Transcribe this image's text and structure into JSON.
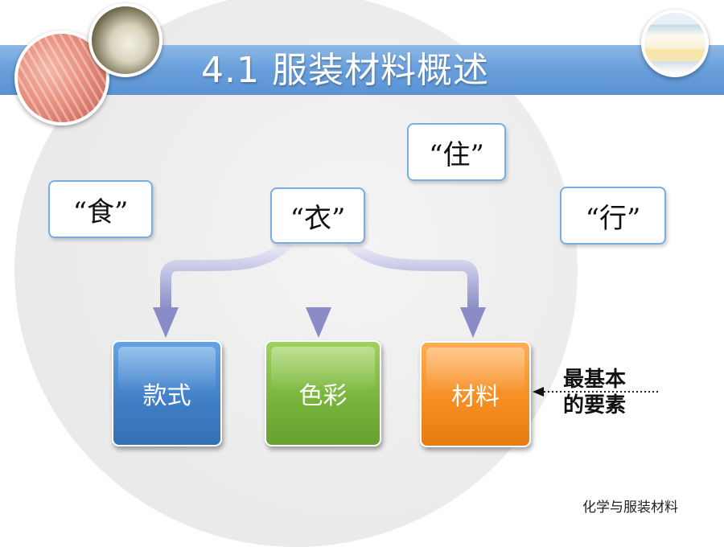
{
  "slide": {
    "title": "4.1 服装材料概述",
    "keywords": {
      "food": "“食”",
      "clothing": "“衣”",
      "housing": "“住”",
      "travel": "“行”"
    },
    "elements": {
      "style": "款式",
      "color": "色彩",
      "material": "材料"
    },
    "note": "最基本的要素",
    "footer": "化学与服装材料"
  },
  "colors": {
    "title_bar": "#6aa0dc",
    "style_card": "#3f7ec6",
    "color_card": "#76b23b",
    "material_card": "#f48c20",
    "connector": "#8a8cc8"
  },
  "decorations": [
    "fabric-photo",
    "cotton-photo",
    "towels-photo"
  ]
}
